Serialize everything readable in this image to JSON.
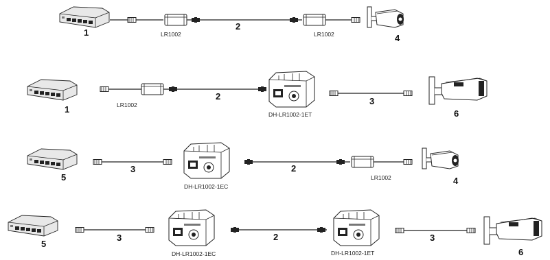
{
  "rows": [
    {
      "labels": [
        "1",
        "LR1002",
        "2",
        "LR1002",
        "4"
      ]
    },
    {
      "labels": [
        "1",
        "LR1002",
        "2",
        "DH-LR1002-1ET",
        "3",
        "6"
      ]
    },
    {
      "labels": [
        "5",
        "3",
        "DH-LR1002-1EC",
        "2",
        "LR1002",
        "4"
      ]
    },
    {
      "labels": [
        "5",
        "3",
        "DH-LR1002-1EC",
        "2",
        "DH-LR1002-1ET",
        "3",
        "6"
      ]
    }
  ]
}
